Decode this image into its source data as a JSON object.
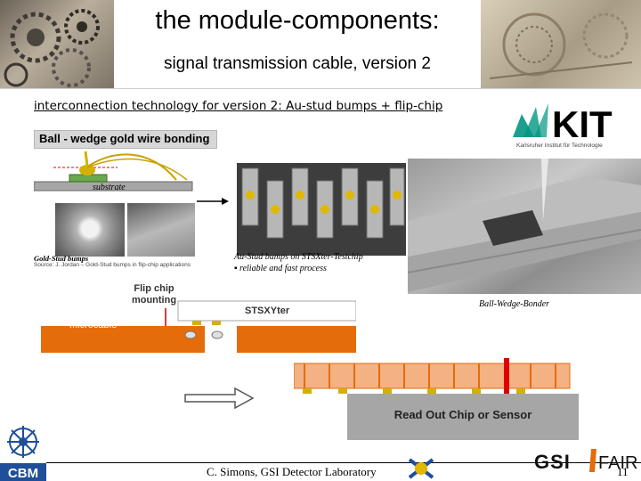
{
  "header": {
    "title": "the module-components:",
    "subtitle": "signal transmission cable, version 2"
  },
  "intro": "interconnection technology for version 2: Au-stud bumps + flip-chip",
  "kit": {
    "logo_text": "KIT",
    "subtitle": "Karlsruher Institut für Technologie",
    "color": "#009682"
  },
  "bonding": {
    "title": "Ball - wedge gold wire bonding",
    "substrate_label": "substrate",
    "gold_stud_label": "Gold-Stud bumps",
    "source": "Source: J. Jordan – Gold-Stud bumps in flip-chip applications"
  },
  "testchip": {
    "caption": "Au-Stud bumps on STSXter-Testchip",
    "bullet": "reliable and fast process"
  },
  "bonder": {
    "caption": "Ball-Wedge-Bonder"
  },
  "flipchip": {
    "label": "Flip chip mounting",
    "chip_label": "STSXYter",
    "cable_label": "microcable",
    "cable_color": "#e46c0a"
  },
  "readout": {
    "label": "Read Out Chip or Sensor"
  },
  "footer": {
    "text": "C. Simons, GSI Detector Laboratory",
    "page": "11",
    "cbm": "CBM",
    "gsi": "GSI",
    "fair": "FAIR"
  }
}
